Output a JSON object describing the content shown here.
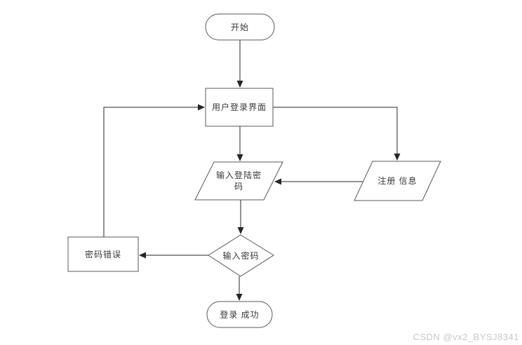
{
  "flowchart": {
    "nodes": [
      {
        "id": "start",
        "type": "terminator",
        "label": "开始"
      },
      {
        "id": "login-screen",
        "type": "process",
        "label": "用户登录界面"
      },
      {
        "id": "enter-login-password",
        "type": "input-output",
        "label": "输入登陆密码",
        "lines": [
          "输入登陆密",
          "码"
        ]
      },
      {
        "id": "register-info",
        "type": "input-output",
        "label": "注册 信息"
      },
      {
        "id": "password-check",
        "type": "decision",
        "label": "输入密码"
      },
      {
        "id": "password-error",
        "type": "process",
        "label": "密码错误"
      },
      {
        "id": "login-success",
        "type": "terminator",
        "label": "登录 成功"
      }
    ],
    "edges": [
      {
        "from": "start",
        "to": "login-screen"
      },
      {
        "from": "login-screen",
        "to": "enter-login-password"
      },
      {
        "from": "login-screen",
        "to": "register-info"
      },
      {
        "from": "register-info",
        "to": "enter-login-password"
      },
      {
        "from": "enter-login-password",
        "to": "password-check"
      },
      {
        "from": "password-check",
        "to": "password-error"
      },
      {
        "from": "password-error",
        "to": "login-screen"
      },
      {
        "from": "password-check",
        "to": "login-success"
      }
    ]
  },
  "colors": {
    "background": "#ffffff",
    "shape_border": "#595959",
    "connector": "#262626",
    "text": "#383838",
    "watermark": "#c8c8c8"
  },
  "watermark": {
    "text": "CSDN @vx2_BYSJ8341"
  }
}
